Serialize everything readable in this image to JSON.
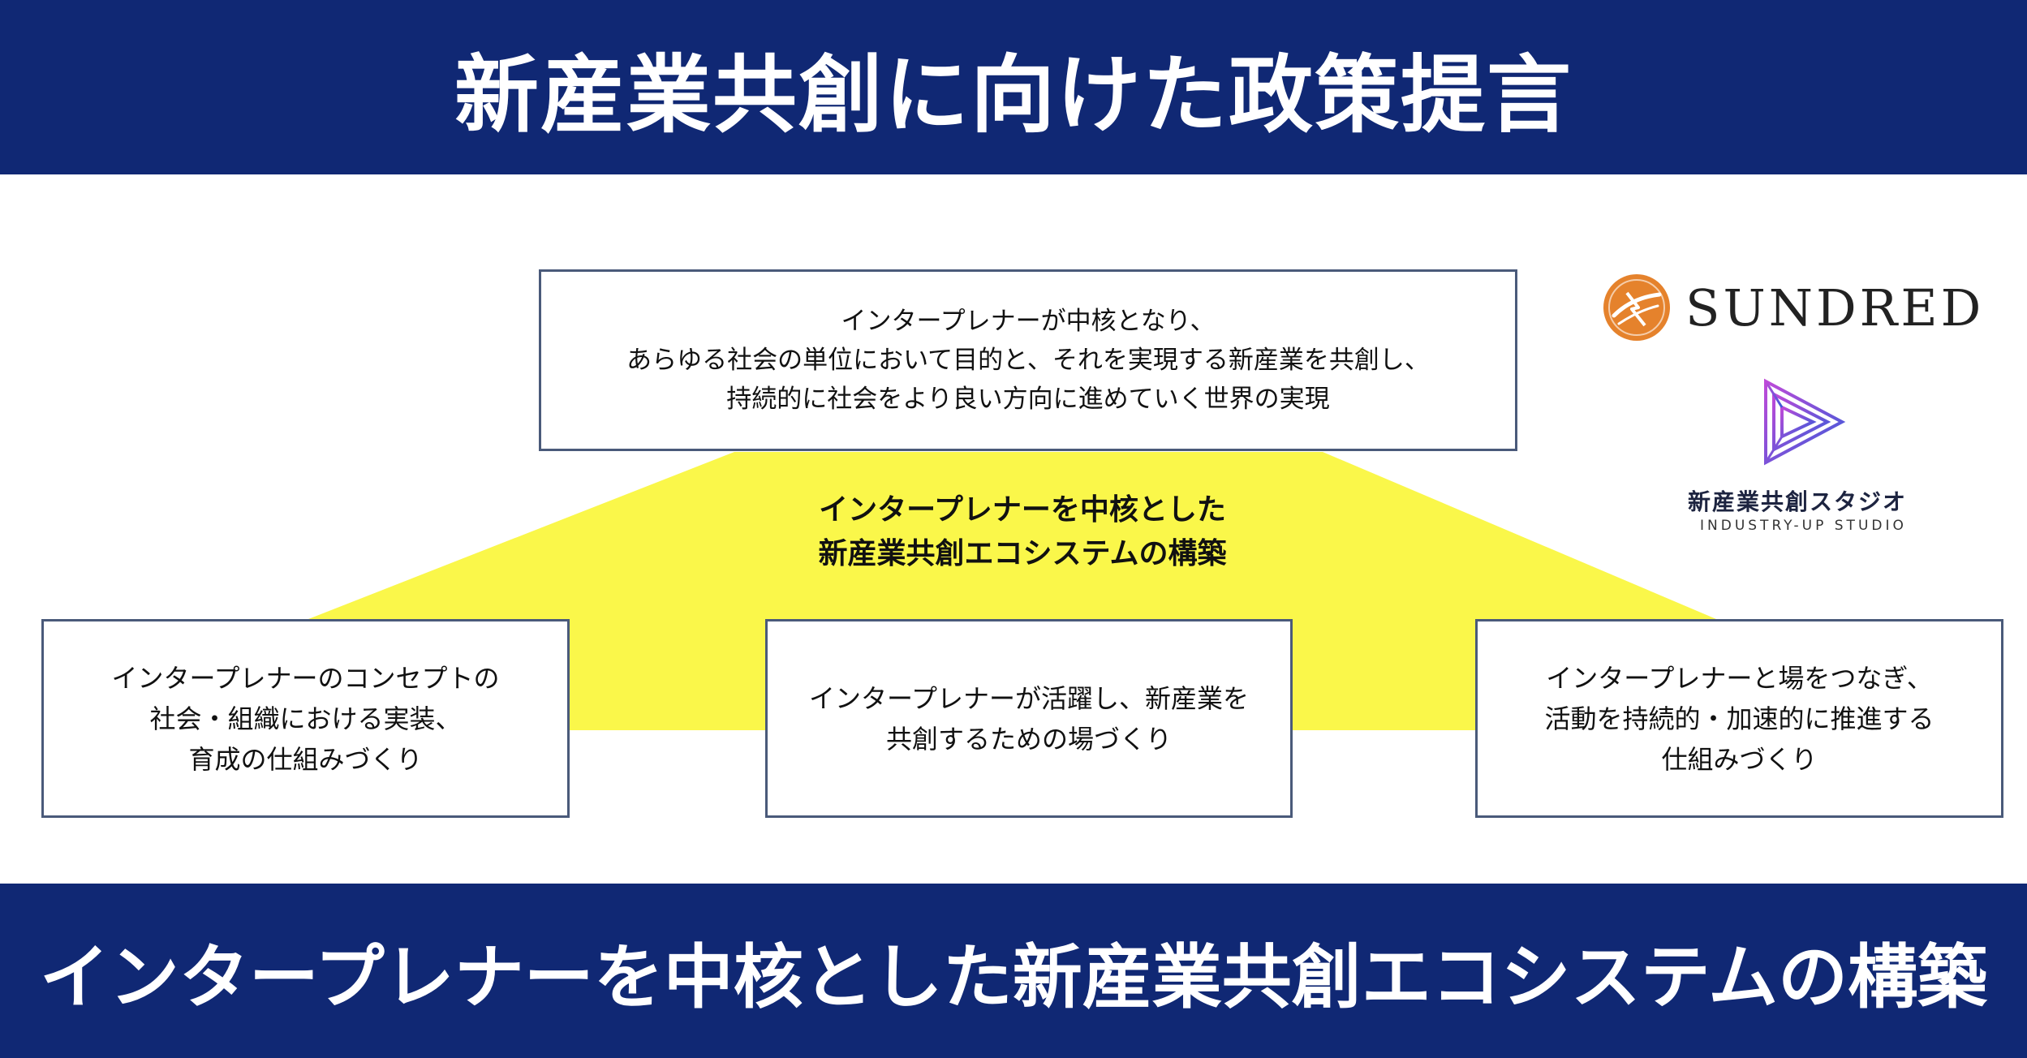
{
  "header": {
    "title": "新産業共創に向けた政策提言"
  },
  "vision_box": {
    "lines": [
      "インタープレナーが中核となり、",
      "あらゆる社会の単位において目的と、それを実現する新産業を共創し、",
      "持続的に社会をより良い方向に進めていく世界の実現"
    ]
  },
  "center_title": {
    "lines": [
      "インタープレナーを中核とした",
      "新産業共創エコシステムの構築"
    ]
  },
  "pillars": [
    {
      "lines": [
        "インタープレナーのコンセプトの",
        "社会・組織における実装、",
        "育成の仕組みづくり"
      ]
    },
    {
      "lines": [
        "インタープレナーが活躍し、新産業を",
        "共創するための場づくり"
      ]
    },
    {
      "lines": [
        "インタープレナーと場をつなぎ、",
        "活動を持続的・加速的に推進する",
        "仕組みづくり"
      ]
    }
  ],
  "logos": {
    "sundred": "SUNDRED",
    "studio_name": "新産業共創スタジオ",
    "studio_sub": "INDUSTRY-UP STUDIO"
  },
  "footer": {
    "title": "インタープレナーを中核とした新産業共創エコシステムの構築"
  },
  "colors": {
    "navy": "#102874",
    "yellow": "#faf74a",
    "sundred_orange": "#e5822c",
    "studio_purple": "#6a3fd0"
  }
}
